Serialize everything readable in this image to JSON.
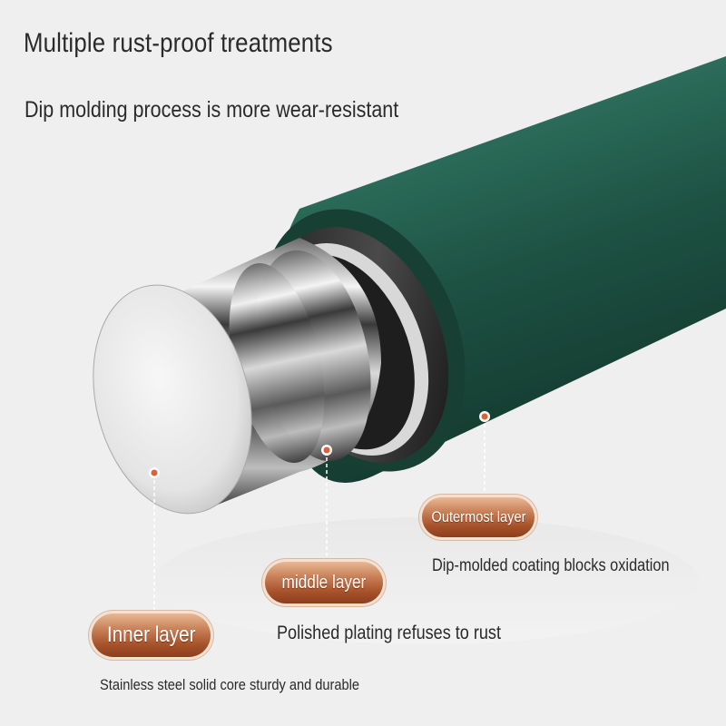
{
  "header": {
    "title": "Multiple rust-proof treatments",
    "subtitle": "Dip molding process is more wear-resistant"
  },
  "layers": {
    "outer": {
      "label": "Outermost layer",
      "description": "Dip-molded coating blocks oxidation"
    },
    "middle": {
      "label": "middle layer",
      "description": "Polished plating refuses to rust"
    },
    "inner": {
      "label": "Inner layer",
      "description": "Stainless steel solid core sturdy and durable"
    }
  },
  "colors": {
    "coating": "#1f5a4a",
    "pill_accent": "#b5653a",
    "marker": "#d9623a"
  }
}
